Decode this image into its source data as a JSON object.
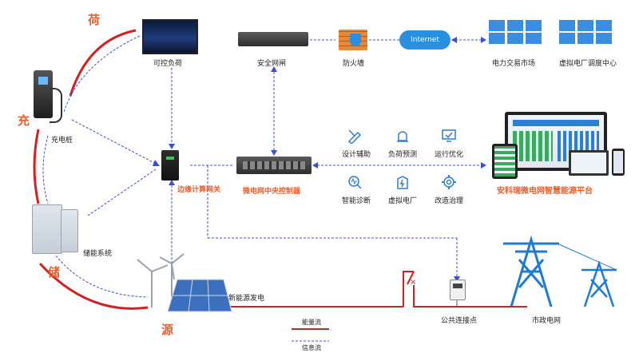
{
  "labels": {
    "load": "荷",
    "charge": "充",
    "storage": "储",
    "source": "源",
    "controllable_load": "可控负荷",
    "security_gateway": "安全网闸",
    "firewall": "防火墙",
    "internet": "Internet",
    "power_market": "电力交易市场",
    "vpp_center": "虚拟电厂调度中心",
    "charging_pile": "充电桩",
    "edge_gateway": "边缘计算网关",
    "microgrid_controller": "微电网中央控制器",
    "platform": "安科瑞微电网智慧能源平台",
    "storage_system": "储能系统",
    "new_energy": "新能源发电",
    "pcc": "公共连接点",
    "utility_grid": "市政电网",
    "legend_energy": "能量流",
    "legend_info": "信息流"
  },
  "functions": [
    {
      "label": "设计辅助",
      "icon": "design-aid-icon"
    },
    {
      "label": "负荷预测",
      "icon": "load-forecast-icon"
    },
    {
      "label": "运行优化",
      "icon": "optimization-icon"
    },
    {
      "label": "智能诊断",
      "icon": "diagnosis-icon"
    },
    {
      "label": "虚拟电厂",
      "icon": "vpp-icon"
    },
    {
      "label": "改造治理",
      "icon": "retrofit-icon"
    }
  ],
  "colors": {
    "energy_flow": "#d42020",
    "info_flow": "#3a4fd8",
    "accent": "#e8602c",
    "icon_blue": "#2b7fd8"
  }
}
